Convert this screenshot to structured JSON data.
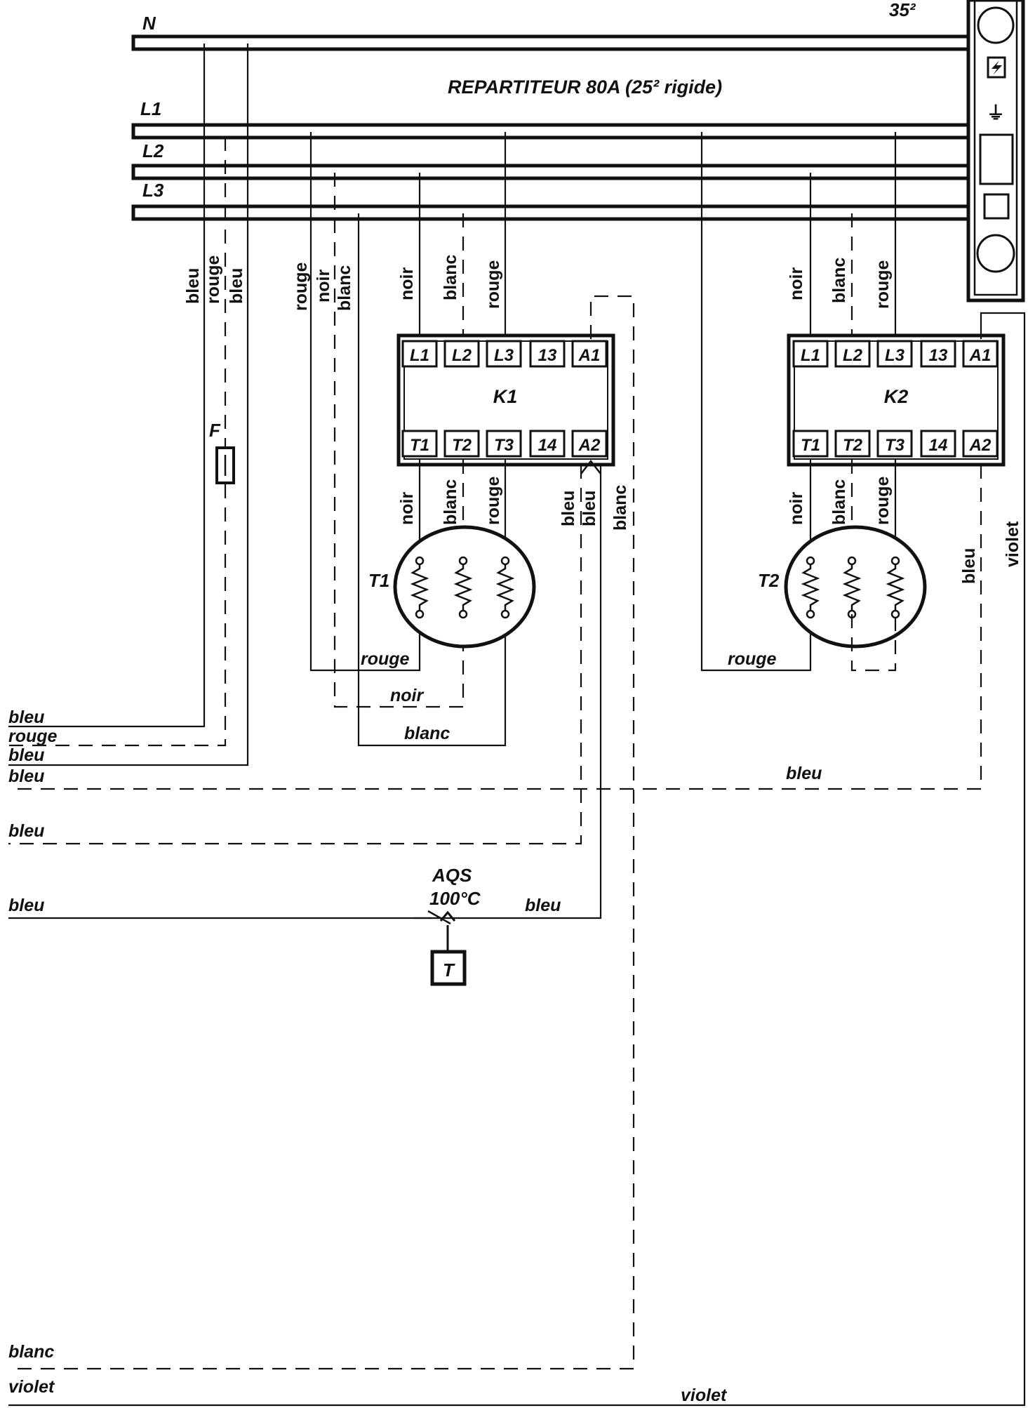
{
  "title": "REPARTITEUR 80A (25² rigide)",
  "section": "35²",
  "bus_labels": [
    "N",
    "L1",
    "L2",
    "L3"
  ],
  "contactors": [
    {
      "name": "K1",
      "top_terminals": [
        "L1",
        "L2",
        "L3",
        "13",
        "A1"
      ],
      "bottom_terminals": [
        "T1",
        "T2",
        "T3",
        "14",
        "A2"
      ],
      "in_wires": [
        "noir",
        "blanc",
        "rouge"
      ],
      "out_wires": [
        "noir",
        "blanc",
        "rouge"
      ],
      "coil_wires": [
        "bleu",
        "bleu",
        "blanc"
      ]
    },
    {
      "name": "K2",
      "top_terminals": [
        "L1",
        "L2",
        "L3",
        "13",
        "A1"
      ],
      "bottom_terminals": [
        "T1",
        "T2",
        "T3",
        "14",
        "A2"
      ],
      "in_wires": [
        "noir",
        "blanc",
        "rouge"
      ],
      "out_wires": [
        "noir",
        "blanc",
        "rouge"
      ],
      "coil_wires": [
        "bleu",
        "violet"
      ]
    }
  ],
  "heaters": [
    {
      "name": "T1",
      "returns": [
        "rouge",
        "noir",
        "blanc"
      ]
    },
    {
      "name": "T2",
      "returns": [
        "rouge"
      ]
    }
  ],
  "feed_wires": [
    "bleu",
    "rouge",
    "bleu"
  ],
  "k1_feed_wires": [
    "rouge",
    "noir",
    "blanc"
  ],
  "fuse": "F",
  "thermostat": {
    "name": "AQS",
    "setpoint": "100°C",
    "sensor": "T",
    "out_wire": "bleu"
  },
  "ground_symbol": "⏚",
  "left_wires": [
    "bleu",
    "rouge",
    "bleu",
    "bleu",
    "bleu",
    "bleu",
    "blanc",
    "violet"
  ],
  "mid_labels": {
    "bleu_k2_return": "bleu",
    "violet_bottom": "violet"
  }
}
